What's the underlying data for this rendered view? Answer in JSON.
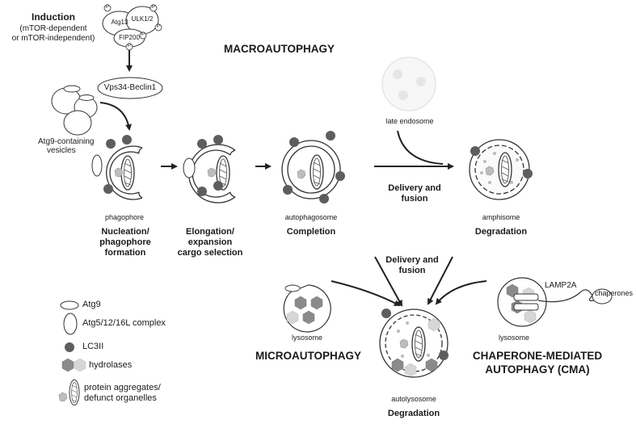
{
  "induction": {
    "title": "Induction",
    "line1": "(mTOR-dependent",
    "line2": "or mTOR-independent)"
  },
  "complex": {
    "atg13": "Atg13",
    "ulk": "ULK1/2",
    "fip200": "FIP200",
    "p": "P"
  },
  "vps34": "Vps34-Beclin1",
  "macro_title": "MACROAUTOPHAGY",
  "atg9_vesicles": {
    "line1": "Atg9-containing",
    "line2": "vesicles"
  },
  "late_endosome": "late endosome",
  "delivery_fusion_1": {
    "line1": "Delivery and",
    "line2": "fusion"
  },
  "delivery_fusion_2": {
    "line1": "Delivery and",
    "line2": "fusion"
  },
  "structures": {
    "phagophore": "phagophore",
    "autophagosome": "autophagosome",
    "amphisome": "amphisome",
    "lysosome_micro": "lysosome",
    "lysosome_cma": "lysosome",
    "autolysosome": "autolysosome"
  },
  "steps": {
    "nucleation": {
      "line1": "Nucleation/",
      "line2": "phagophore",
      "line3": "formation"
    },
    "elongation": {
      "line1": "Elongation/",
      "line2": "expansion",
      "line3": "cargo selection"
    },
    "completion": "Completion",
    "degradation_amphisome": "Degradation",
    "degradation_autolysosome": "Degradation"
  },
  "lamp2a": "LAMP2A",
  "chaperones": "chaperones",
  "micro_title": "MICROAUTOPHAGY",
  "cma_title": {
    "line1": "CHAPERONE-MEDIATED",
    "line2": "AUTOPHAGY (CMA)"
  },
  "legend": {
    "atg9": "Atg9",
    "atg5_complex": "Atg5/12/16L complex",
    "lc3": "LC3II",
    "hydrolases": "hydrolases",
    "protein_line1": "protein aggregates/",
    "protein_line2": "defunct organelles"
  },
  "colors": {
    "lc3": "#5e5e5e",
    "hydrolase_dark": "#8a8a8a",
    "hydrolase_light": "#d6d6d6",
    "line": "#222222"
  }
}
